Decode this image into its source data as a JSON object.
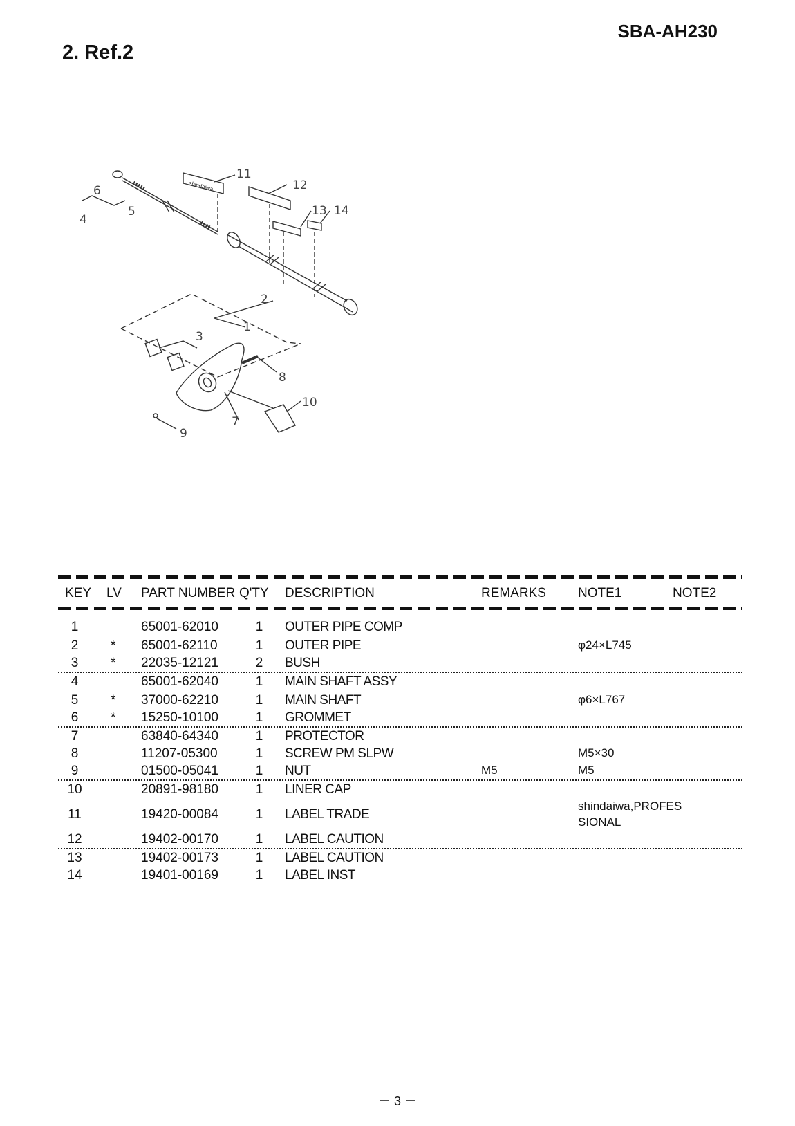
{
  "header": {
    "model": "SBA-AH230",
    "section_title": "2. Ref.2"
  },
  "diagram": {
    "callouts": [
      "1",
      "2",
      "3",
      "4",
      "5",
      "6",
      "7",
      "8",
      "9",
      "10",
      "11",
      "12",
      "13",
      "14"
    ],
    "label_text": "shindaiwa"
  },
  "table": {
    "columns": {
      "key": "KEY",
      "lv": "LV",
      "part_number": "PART NUMBER",
      "qty": "Q'TY",
      "description": "DESCRIPTION",
      "remarks": "REMARKS",
      "note1": "NOTE1",
      "note2": "NOTE2"
    },
    "rows": [
      {
        "key": "1",
        "lv": "",
        "part": "65001-62010",
        "qty": "1",
        "desc": "OUTER PIPE COMP",
        "remarks": "",
        "note1": ""
      },
      {
        "key": "2",
        "lv": "*",
        "part": "65001-62110",
        "qty": "1",
        "desc": "OUTER PIPE",
        "remarks": "",
        "note1": "φ24×L745"
      },
      {
        "key": "3",
        "lv": "*",
        "part": "22035-12121",
        "qty": "2",
        "desc": "BUSH",
        "remarks": "",
        "note1": ""
      },
      {
        "key": "4",
        "lv": "",
        "part": "65001-62040",
        "qty": "1",
        "desc": "MAIN SHAFT ASSY",
        "remarks": "",
        "note1": ""
      },
      {
        "key": "5",
        "lv": "*",
        "part": "37000-62210",
        "qty": "1",
        "desc": "MAIN SHAFT",
        "remarks": "",
        "note1": "φ6×L767"
      },
      {
        "key": "6",
        "lv": "*",
        "part": "15250-10100",
        "qty": "1",
        "desc": "GROMMET",
        "remarks": "",
        "note1": ""
      },
      {
        "key": "7",
        "lv": "",
        "part": "63840-64340",
        "qty": "1",
        "desc": "PROTECTOR",
        "remarks": "",
        "note1": ""
      },
      {
        "key": "8",
        "lv": "",
        "part": "11207-05300",
        "qty": "1",
        "desc": "SCREW PM SLPW",
        "remarks": "",
        "note1": "M5×30"
      },
      {
        "key": "9",
        "lv": "",
        "part": "01500-05041",
        "qty": "1",
        "desc": "NUT",
        "remarks": "M5",
        "note1": "M5"
      },
      {
        "key": "10",
        "lv": "",
        "part": "20891-98180",
        "qty": "1",
        "desc": "LINER CAP",
        "remarks": "",
        "note1": ""
      },
      {
        "key": "11",
        "lv": "",
        "part": "19420-00084",
        "qty": "1",
        "desc": "LABEL TRADE",
        "remarks": "",
        "note1": "shindaiwa,PROFES SIONAL"
      },
      {
        "key": "12",
        "lv": "",
        "part": "19402-00170",
        "qty": "1",
        "desc": "LABEL CAUTION",
        "remarks": "",
        "note1": ""
      },
      {
        "key": "13",
        "lv": "",
        "part": "19402-00173",
        "qty": "1",
        "desc": "LABEL CAUTION",
        "remarks": "",
        "note1": ""
      },
      {
        "key": "14",
        "lv": "",
        "part": "19401-00169",
        "qty": "1",
        "desc": "LABEL INST",
        "remarks": "",
        "note1": ""
      }
    ]
  },
  "footer": {
    "page_number": "－ 3 －"
  }
}
